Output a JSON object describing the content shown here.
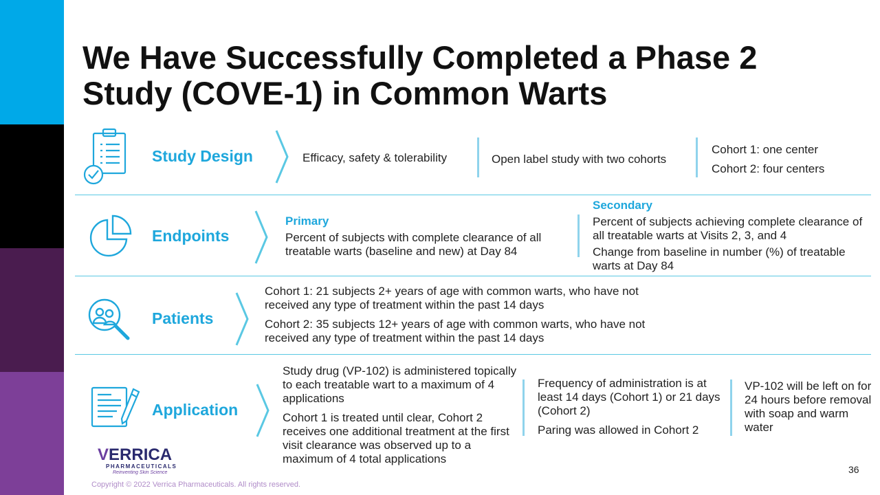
{
  "title": "We Have Successfully Completed a Phase 2 Study (COVE-1) in Common Warts",
  "sections": {
    "design": {
      "label": "Study Design",
      "col1": "Efficacy, safety & tolerability",
      "col2": "Open label study with two cohorts",
      "col3a": "Cohort 1: one center",
      "col3b": "Cohort 2: four centers"
    },
    "endpoints": {
      "label": "Endpoints",
      "primary_heading": "Primary",
      "primary_text": "Percent of subjects with complete clearance of all treatable warts (baseline and new) at Day 84",
      "secondary_heading": "Secondary",
      "secondary_text1": "Percent of subjects achieving complete clearance of all treatable warts at Visits 2, 3, and 4",
      "secondary_text2": "Change from baseline in number (%) of treatable warts at Day 84"
    },
    "patients": {
      "label": "Patients",
      "text1": "Cohort 1: 21 subjects 2+ years of age with common warts, who have not received any type of treatment within the past 14 days",
      "text2": "Cohort 2: 35 subjects 12+ years of age with common warts, who have not received any type of treatment within the past 14 days"
    },
    "application": {
      "label": "Application",
      "col1a": "Study drug (VP-102) is administered topically to each treatable wart to a maximum of 4 applications",
      "col1b": "Cohort 1 is treated until clear, Cohort 2 receives one additional treatment at the first visit clearance was observed up to a maximum of 4 total applications",
      "col2a": "Frequency of administration is at least 14 days (Cohort 1) or 21 days (Cohort 2)",
      "col2b": "Paring was allowed in Cohort 2",
      "col3": "VP-102 will be left on for 24 hours before removal with soap and warm water"
    }
  },
  "logo": {
    "wordmark_first": "V",
    "wordmark_rest": "ERRICA",
    "subline": "PHARMACEUTICALS",
    "tagline": "Reinventing Skin Science"
  },
  "footer": {
    "copyright": "Copyright © 2022 Verrica Pharmaceuticals. All rights reserved.",
    "page_number": "36"
  },
  "colors": {
    "accent": "#1ea7dc",
    "sidebar": [
      "#00a9e8",
      "#000000",
      "#4a1c4f",
      "#7d3f98"
    ]
  },
  "icons": [
    "clipboard-check-icon",
    "pie-chart-icon",
    "people-search-icon",
    "document-pen-icon",
    "chevron-right-icon"
  ]
}
